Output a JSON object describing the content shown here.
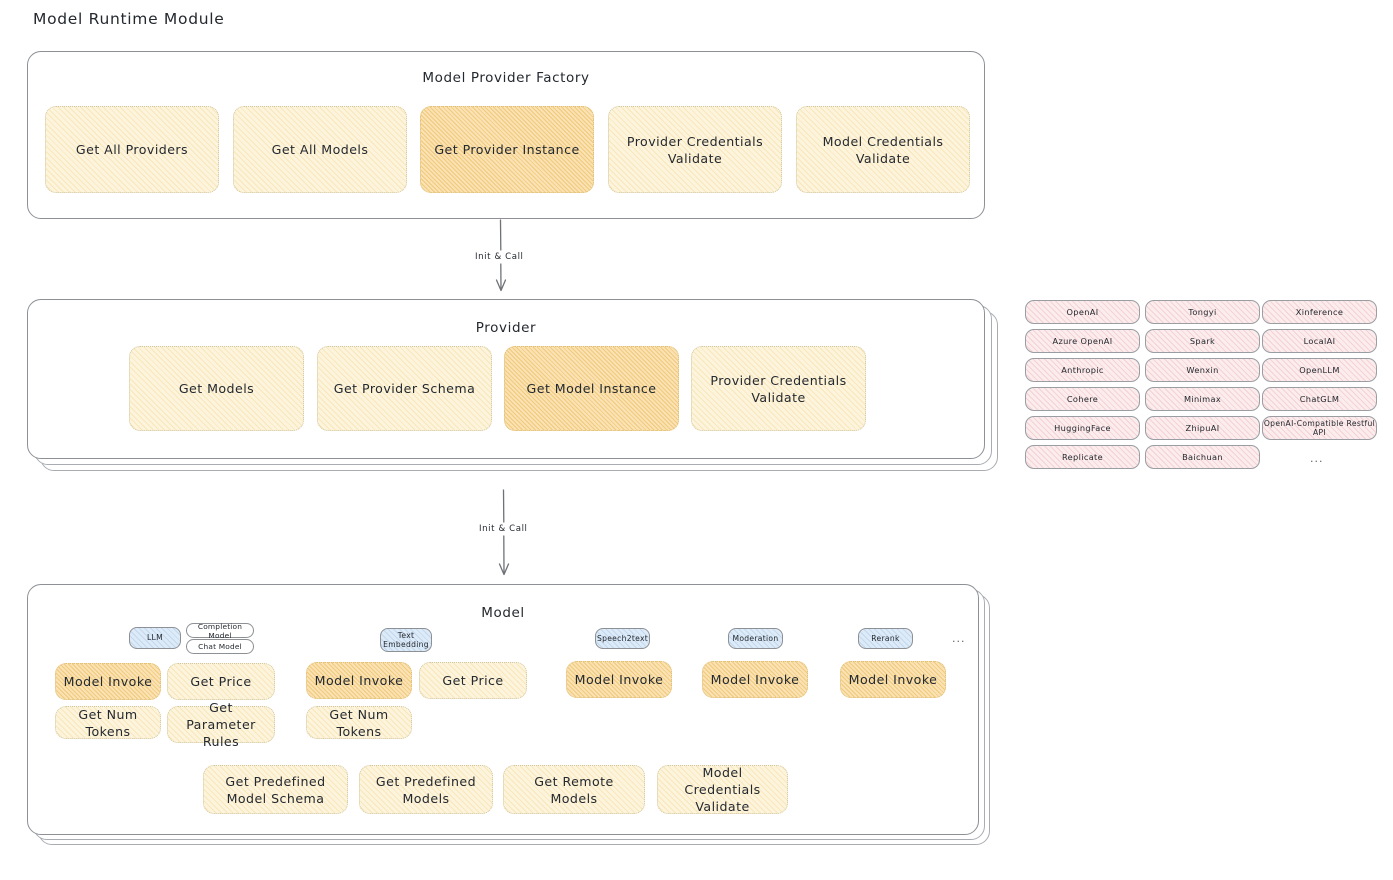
{
  "page": {
    "title": "Model Runtime Module"
  },
  "factory": {
    "title": "Model Provider Factory",
    "cells": [
      {
        "label": "Get All Providers",
        "highlight": false
      },
      {
        "label": "Get All Models",
        "highlight": false
      },
      {
        "label": "Get Provider Instance",
        "highlight": true
      },
      {
        "label": "Provider Credentials Validate",
        "highlight": false
      },
      {
        "label": "Model Credentials Validate",
        "highlight": false
      }
    ]
  },
  "arrows": [
    {
      "label": "Init & Call"
    },
    {
      "label": "Init & Call"
    }
  ],
  "provider": {
    "title": "Provider",
    "cells": [
      {
        "label": "Get Models",
        "highlight": false
      },
      {
        "label": "Get Provider Schema",
        "highlight": false
      },
      {
        "label": "Get Model Instance",
        "highlight": true
      },
      {
        "label": "Provider Credentials Validate",
        "highlight": false
      }
    ]
  },
  "provider_list": {
    "ellipsis": "...",
    "columns": [
      [
        "OpenAI",
        "Azure OpenAI",
        "Anthropic",
        "Cohere",
        "HuggingFace",
        "Replicate"
      ],
      [
        "Tongyi",
        "Spark",
        "Wenxin",
        "Minimax",
        "ZhipuAI",
        "Baichuan"
      ],
      [
        "Xinference",
        "LocalAI",
        "OpenLLM",
        "ChatGLM",
        "OpenAI-Compatible Restful API"
      ]
    ]
  },
  "model": {
    "title": "Model",
    "ellipsis": "...",
    "types": [
      {
        "badge": "LLM",
        "tags": [
          "Completion Model",
          "Chat Model"
        ],
        "methods": [
          {
            "label": "Model Invoke",
            "highlight": true
          },
          {
            "label": "Get Price",
            "highlight": false
          },
          {
            "label": "Get Num Tokens",
            "highlight": false
          },
          {
            "label": "Get Parameter Rules",
            "highlight": false
          }
        ]
      },
      {
        "badge": "Text Embedding",
        "tags": [],
        "methods": [
          {
            "label": "Model Invoke",
            "highlight": true
          },
          {
            "label": "Get Price",
            "highlight": false
          },
          {
            "label": "Get Num Tokens",
            "highlight": false
          }
        ]
      },
      {
        "badge": "Speech2text",
        "tags": [],
        "methods": [
          {
            "label": "Model Invoke",
            "highlight": true
          }
        ]
      },
      {
        "badge": "Moderation",
        "tags": [],
        "methods": [
          {
            "label": "Model Invoke",
            "highlight": true
          }
        ]
      },
      {
        "badge": "Rerank",
        "tags": [],
        "methods": [
          {
            "label": "Model Invoke",
            "highlight": true
          }
        ]
      }
    ],
    "common_methods": [
      {
        "label": "Get Predefined Model Schema"
      },
      {
        "label": "Get Predefined Models"
      },
      {
        "label": "Get Remote Models"
      },
      {
        "label": "Model Credentials Validate"
      }
    ]
  },
  "colors": {
    "cell_fill": "#fdf4dd",
    "cell_fill_highlight": "#fae2b4",
    "chip_fill": "#fbeced",
    "badge_fill": "#ddeaf7",
    "border": "#8d9196",
    "text": "#24292f"
  }
}
